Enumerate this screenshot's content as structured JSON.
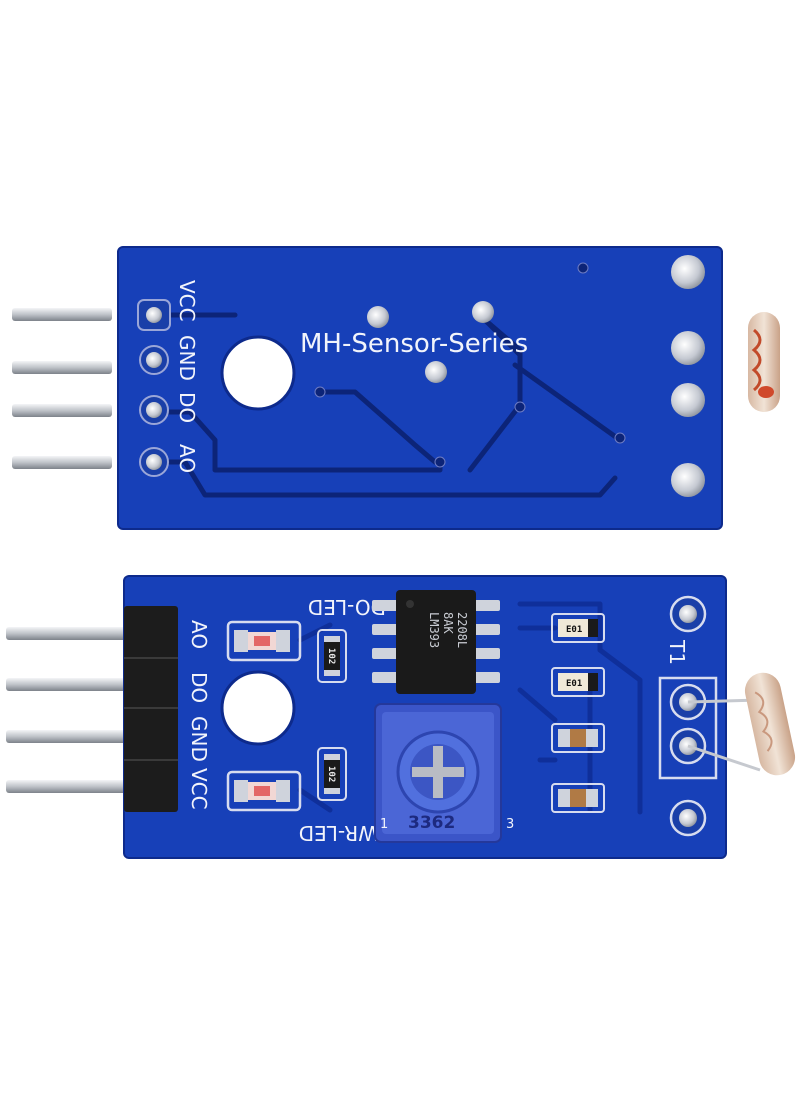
{
  "back_board": {
    "title": "MH-Sensor-Series",
    "pins": [
      "VCC",
      "GND",
      "DO",
      "AO"
    ]
  },
  "front_board": {
    "pins": [
      "AO",
      "DO",
      "GND",
      "VCC"
    ],
    "do_led_label": "DO-LED",
    "pwr_led_label": "PWR-LED",
    "chip_lines": [
      "LM393",
      "8AK",
      "2208L"
    ],
    "pot_label": "3362",
    "pot_pin_left": "1",
    "pot_pin_right": "3",
    "resistor_label": "102",
    "resistor_label_2": "102",
    "smd_label": "E01",
    "smd_label_2": "E01",
    "ldr_label": "T1"
  },
  "colors": {
    "pcb": "#1740b8",
    "pcb_dark": "#0d2a8c",
    "trace": "#0c2478",
    "pad": "#c8ccd6",
    "pot_body": "#3b55c8"
  }
}
